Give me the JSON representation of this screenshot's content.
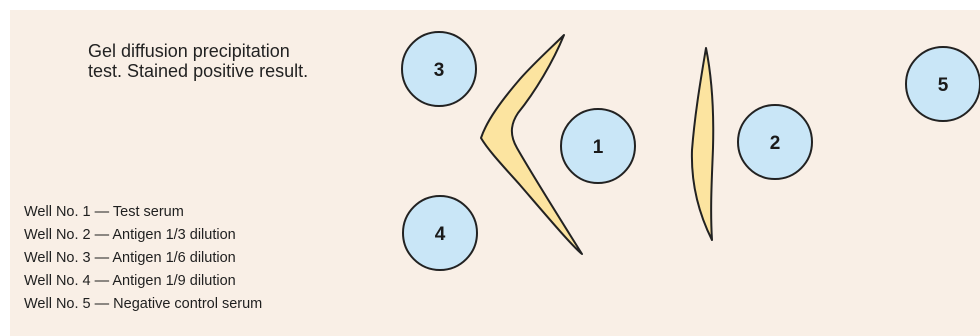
{
  "caption": {
    "line1": "Gel diffusion precipitation",
    "line2": "test. Stained positive result."
  },
  "wells": [
    {
      "number": "1"
    },
    {
      "number": "2"
    },
    {
      "number": "3"
    },
    {
      "number": "4"
    },
    {
      "number": "5"
    }
  ],
  "legend": [
    "Well No. 1 — Test serum",
    "Well No. 2 — Antigen 1/3 dilution",
    "Well No. 3 — Antigen 1/6 dilution",
    "Well No. 4 — Antigen 1/9 dilution",
    "Well No. 5 — Negative control serum"
  ],
  "colors": {
    "background": "#f9efe6",
    "well_fill": "#c9e6f7",
    "well_stroke": "#222222",
    "precipitin_fill": "#fce4a0",
    "precipitin_stroke": "#222222"
  }
}
